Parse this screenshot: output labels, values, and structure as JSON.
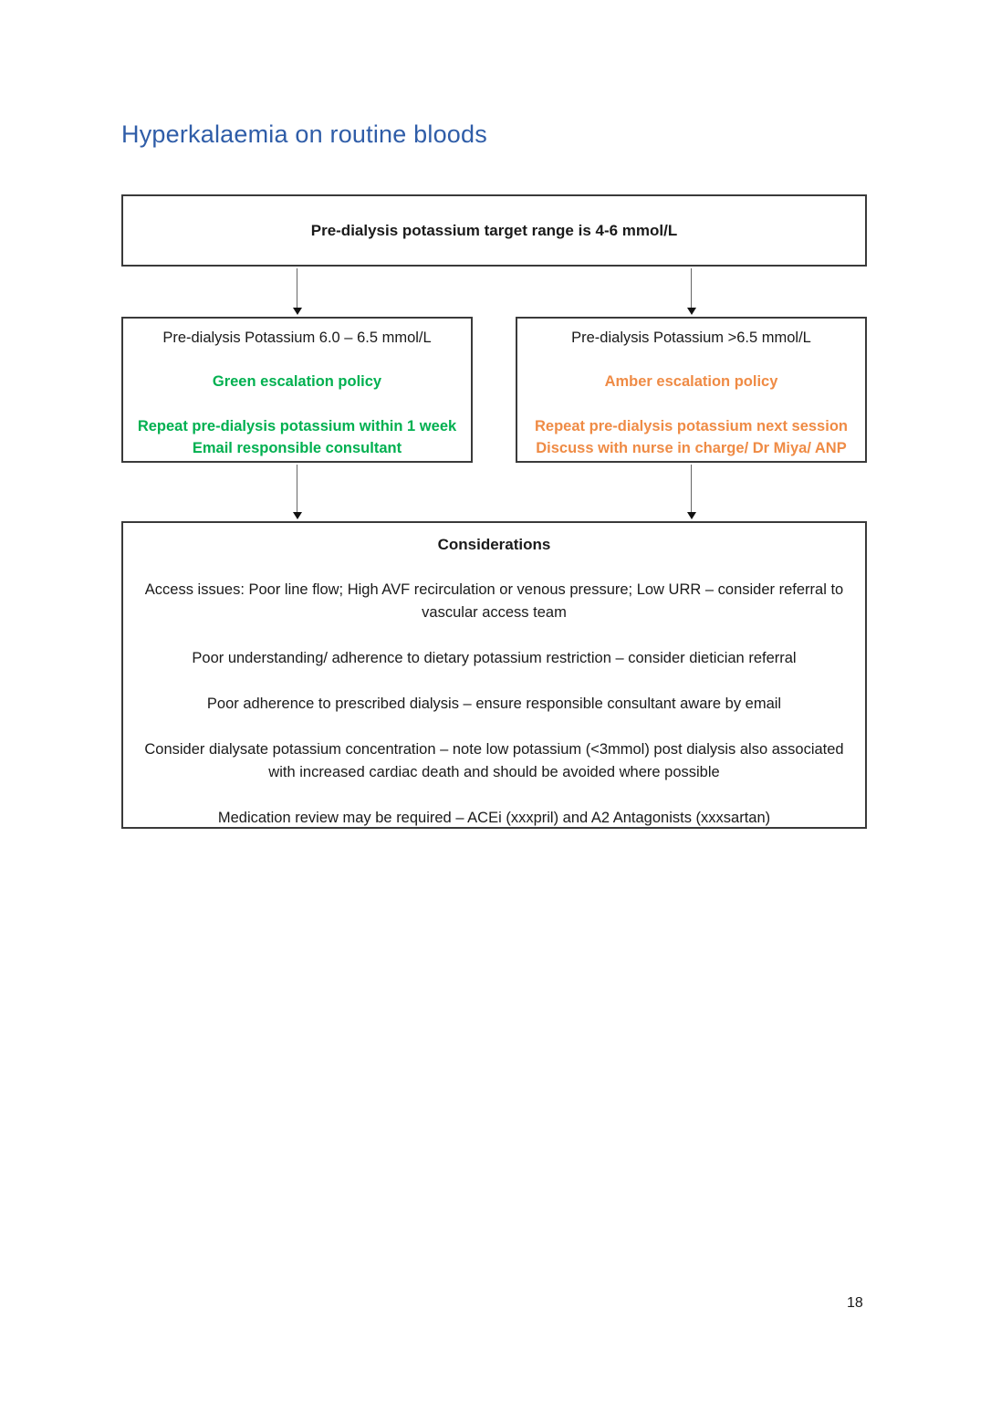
{
  "page": {
    "title": "Hyperkalaemia on routine bloods",
    "page_number": "18"
  },
  "colors": {
    "title_blue": "#2F5DA8",
    "green_policy": "#00B050",
    "amber_policy": "#EF8B45",
    "box_border": "#3a3a3a",
    "body_text": "#1a1a1a"
  },
  "flowchart": {
    "top_box": {
      "text": "Pre-dialysis potassium target range is 4-6 mmol/L"
    },
    "green_box": {
      "criteria": "Pre-dialysis Potassium 6.0 – 6.5 mmol/L",
      "policy": "Green escalation policy",
      "action1": "Repeat pre-dialysis potassium within 1 week",
      "action2": "Email responsible consultant"
    },
    "amber_box": {
      "criteria": "Pre-dialysis Potassium >6.5 mmol/L",
      "policy": "Amber escalation policy",
      "action1": "Repeat pre-dialysis potassium next session",
      "action2": "Discuss with nurse in charge/ Dr Miya/ ANP"
    },
    "considerations": {
      "heading": "Considerations",
      "items": [
        "Access issues: Poor line flow; High AVF recirculation or venous pressure; Low URR – consider referral to vascular access team",
        "Poor understanding/ adherence to dietary potassium restriction – consider dietician referral",
        "Poor adherence to prescribed dialysis – ensure responsible consultant aware by email",
        "Consider dialysate potassium concentration – note low potassium (<3mmol) post dialysis also associated with increased cardiac death and should be avoided where possible",
        "Medication review may be required – ACEi (xxxpril) and A2 Antagonists (xxxsartan)"
      ]
    }
  }
}
